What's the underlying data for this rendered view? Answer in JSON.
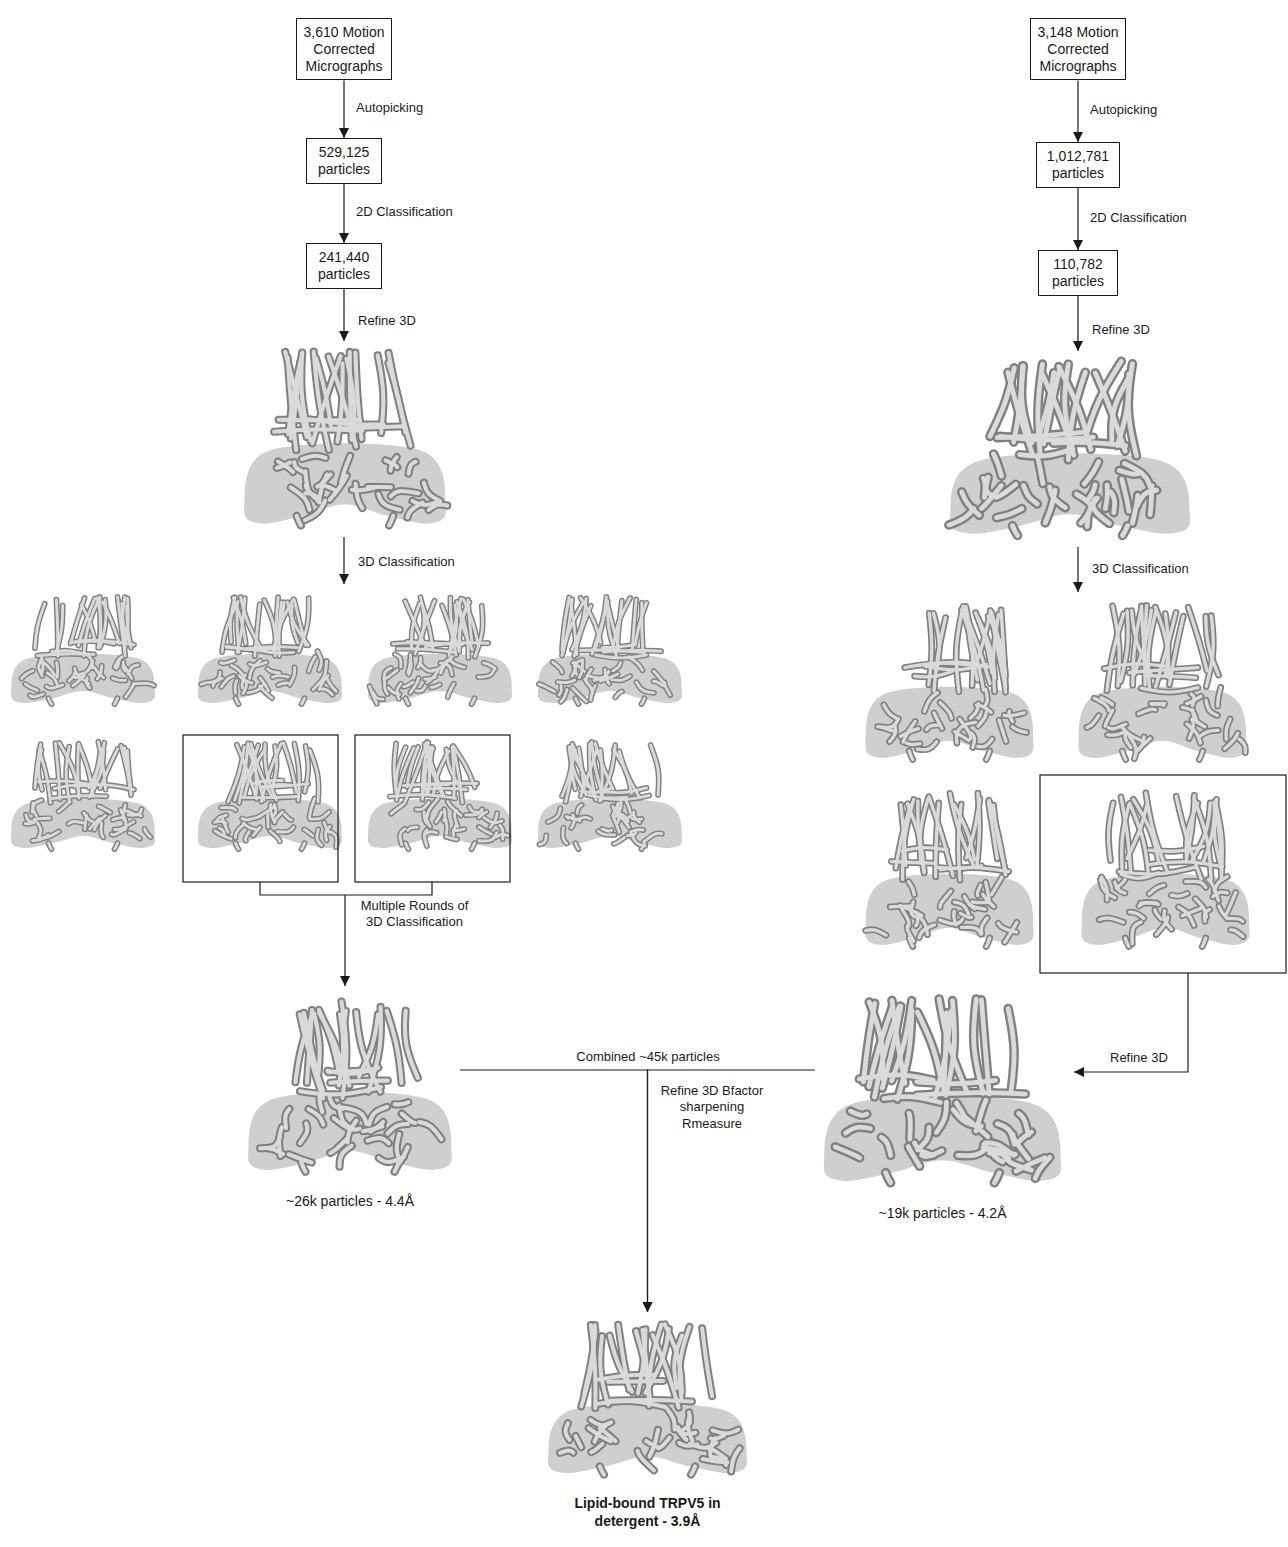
{
  "diagram": {
    "nodes": [
      {
        "text": [
          "3,610 Motion Corrected Micrographs"
        ]
      },
      {
        "text": [
          "529,125 particles"
        ]
      },
      {
        "text": [
          "241,440 particles"
        ]
      },
      {
        "text": [
          "3,148 Motion Corrected Micrographs"
        ]
      },
      {
        "text": [
          "1,012,781 particles"
        ]
      },
      {
        "text": [
          "110,782 particles"
        ]
      },
      {
        "text": [
          "~26k particles - 4.4Å"
        ]
      },
      {
        "text": [
          "~19k particles - 4.2Å"
        ]
      },
      {
        "text": [
          "Lipid-bound TRPV5 in detergent - 3.9Å"
        ]
      }
    ],
    "edges": [
      {
        "from": 0,
        "to": 1,
        "arrow": "to",
        "label": "Autopicking"
      },
      {
        "from": 1,
        "to": 2,
        "arrow": "to",
        "label": "2D Classification"
      },
      {
        "from": 3,
        "to": 4,
        "arrow": "to",
        "label": "Autopicking"
      },
      {
        "from": 4,
        "to": 5,
        "arrow": "to",
        "label": "2D Classification"
      },
      {
        "from": 6,
        "to": 8,
        "arrow": "to"
      },
      {
        "from": 7,
        "to": 8,
        "arrow": "to"
      }
    ],
    "labels": [
      "Refine 3D",
      "3D Classification",
      "Multiple Rounds of 3D Classification",
      "Refine 3D",
      "3D Classification",
      "Refine 3D",
      "Combined ~45k particles",
      "Refine 3D Bfactor sharpening Rmeasure"
    ]
  }
}
